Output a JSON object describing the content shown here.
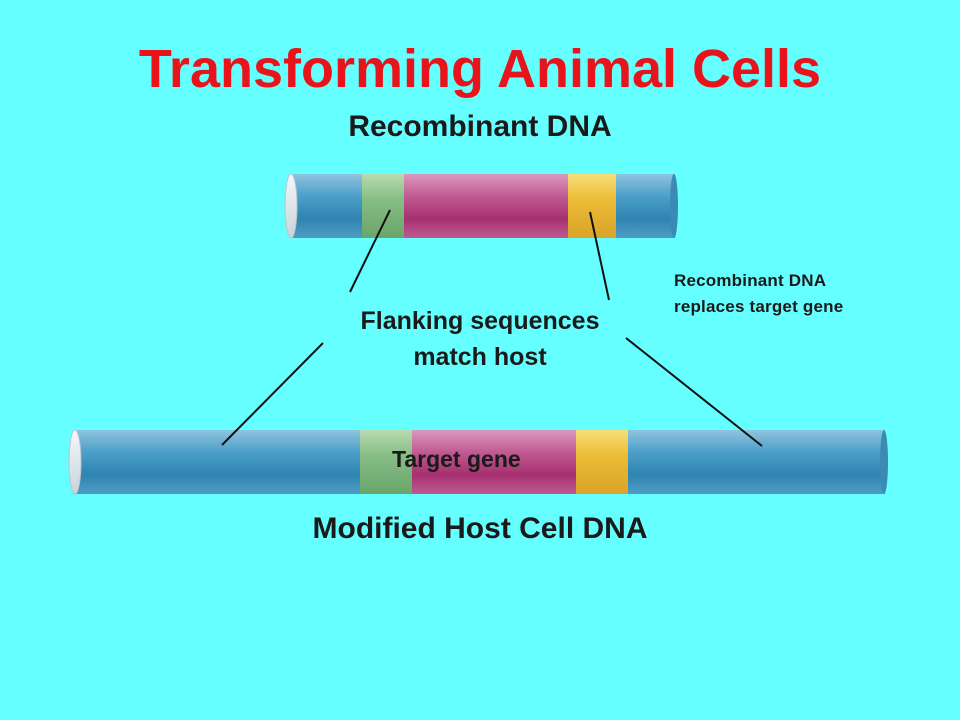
{
  "title": "Transforming Animal Cells",
  "subtitle": "Recombinant DNA",
  "labels": {
    "flanking_line1": "Flanking sequences",
    "flanking_line2": "match host",
    "replaces_line1": "Recombinant DNA",
    "replaces_line2": "replaces target gene",
    "target_gene": "Target gene",
    "modified": "Modified Host Cell DNA"
  },
  "colors": {
    "background": "#66ffff",
    "title": "#e8141c",
    "dna_blue": "#3a8fb8",
    "flank_green": "#7cb07c",
    "gene_magenta": "#b03a7a",
    "marker_yellow": "#e8b830"
  }
}
